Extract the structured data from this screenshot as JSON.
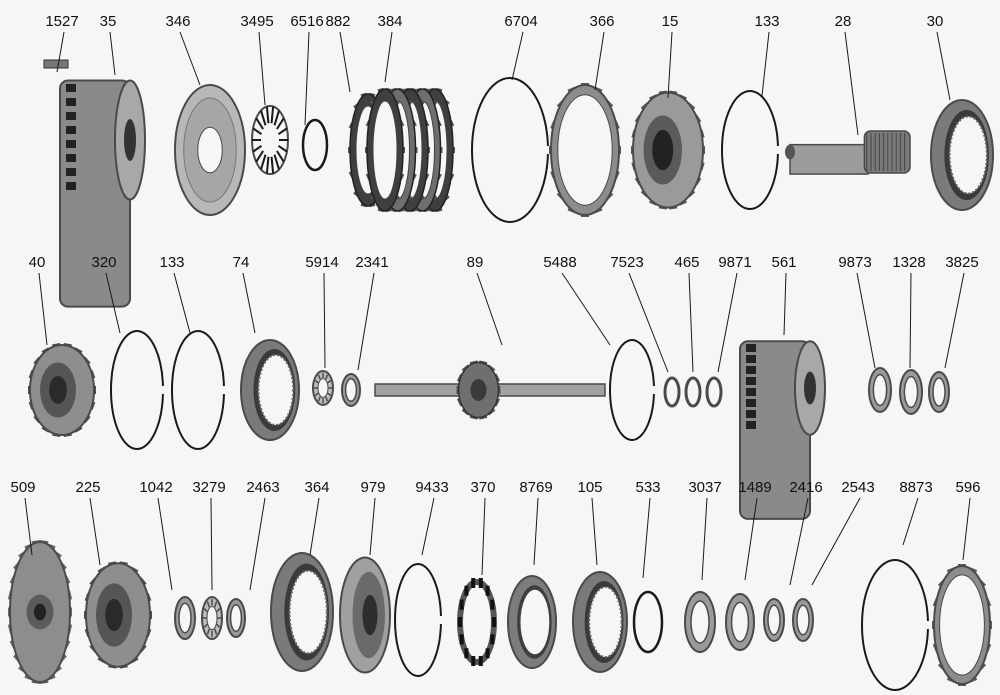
{
  "diagram": {
    "type": "exploded-parts-view",
    "rows": [
      {
        "parts": [
          {
            "label": "1527",
            "shape": "key-pin"
          },
          {
            "label": "35",
            "shape": "clutch-drum"
          },
          {
            "label": "346",
            "shape": "piston-disc"
          },
          {
            "label": "3495",
            "shape": "return-spring"
          },
          {
            "label": "6516",
            "shape": "snap-ring"
          },
          {
            "label": "882",
            "shape": "clutch-plate"
          },
          {
            "label": "384",
            "shape": "clutch-pack"
          },
          {
            "label": "6704",
            "shape": "large-ring"
          },
          {
            "label": "366",
            "shape": "toothed-plate"
          },
          {
            "label": "15",
            "shape": "gear-hub"
          },
          {
            "label": "133",
            "shape": "large-ring"
          },
          {
            "label": "28",
            "shape": "output-shaft"
          },
          {
            "label": "30",
            "shape": "ring-gear"
          }
        ]
      },
      {
        "parts": [
          {
            "label": "40",
            "shape": "planetary"
          },
          {
            "label": "320",
            "shape": "large-ring"
          },
          {
            "label": "133",
            "shape": "large-ring"
          },
          {
            "label": "74",
            "shape": "ring-gear"
          },
          {
            "label": "5914",
            "shape": "bearing"
          },
          {
            "label": "2341",
            "shape": "washer"
          },
          {
            "label": "89",
            "shape": "main-shaft"
          },
          {
            "label": "5488",
            "shape": "large-ring"
          },
          {
            "label": "7523",
            "shape": "small-ring"
          },
          {
            "label": "465",
            "shape": "small-ring"
          },
          {
            "label": "9871",
            "shape": "small-ring"
          },
          {
            "label": "561",
            "shape": "sun-shell"
          },
          {
            "label": "9873",
            "shape": "washer"
          },
          {
            "label": "1328",
            "shape": "washer"
          },
          {
            "label": "3825",
            "shape": "washer"
          }
        ]
      },
      {
        "parts": [
          {
            "label": "509",
            "shape": "sprocket"
          },
          {
            "label": "225",
            "shape": "planetary"
          },
          {
            "label": "1042",
            "shape": "washer"
          },
          {
            "label": "3279",
            "shape": "bearing"
          },
          {
            "label": "2463",
            "shape": "washer"
          },
          {
            "label": "364",
            "shape": "ring-gear"
          },
          {
            "label": "979",
            "shape": "drum-cup"
          },
          {
            "label": "9433",
            "shape": "large-ring"
          },
          {
            "label": "370",
            "shape": "sprag"
          },
          {
            "label": "8769",
            "shape": "race"
          },
          {
            "label": "105",
            "shape": "ring-gear"
          },
          {
            "label": "533",
            "shape": "snap-ring"
          },
          {
            "label": "3037",
            "shape": "washer"
          },
          {
            "label": "1489",
            "shape": "washer"
          },
          {
            "label": "2416",
            "shape": "washer"
          },
          {
            "label": "2543",
            "shape": "washer"
          },
          {
            "label": "8873",
            "shape": "large-ring"
          },
          {
            "label": "596",
            "shape": "toothed-plate"
          }
        ]
      }
    ],
    "colors": {
      "ink": "#1a1a1a",
      "metal": "#9a9a9a",
      "metal_dark": "#4a4a4a",
      "background": "#f6f6f4"
    }
  }
}
